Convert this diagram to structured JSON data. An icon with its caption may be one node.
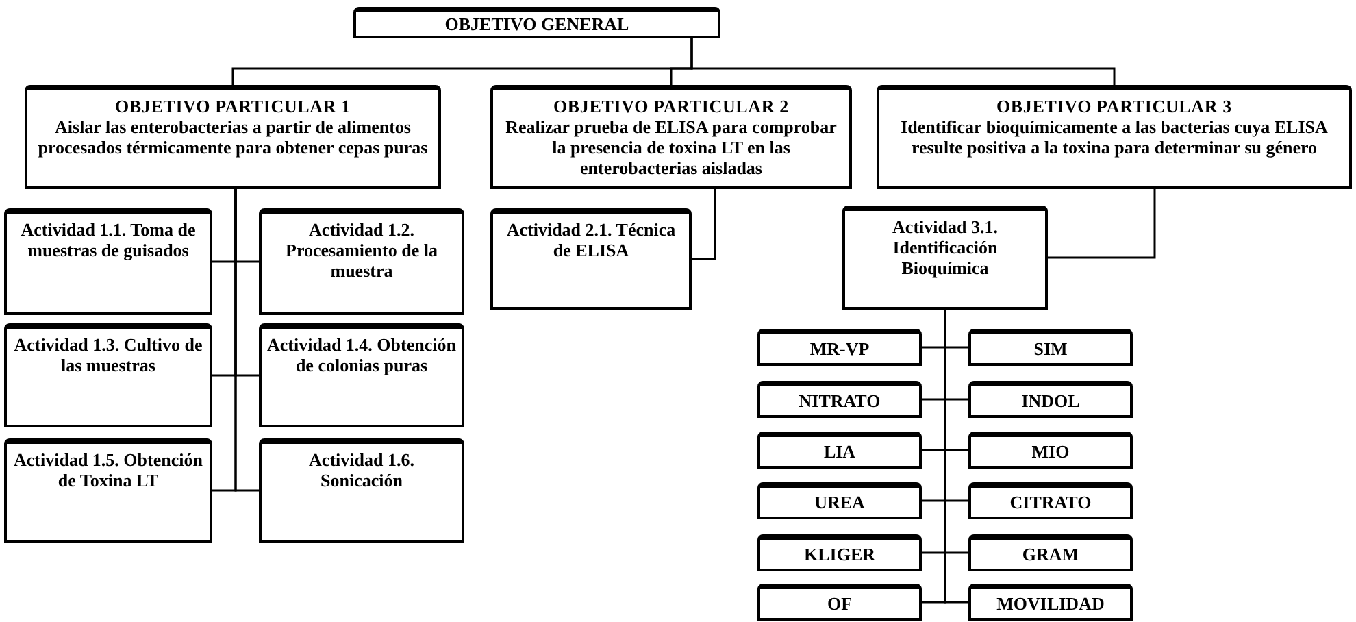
{
  "diagram": {
    "nodes": [
      {
        "text": [
          "OBJETIVO GENERAL"
        ]
      },
      {
        "text": [
          "OBJETIVO PARTICULAR 1",
          "Aislar las enterobacterias a partir de alimentos procesados térmicamente para obtener cepas puras"
        ]
      },
      {
        "text": [
          "OBJETIVO PARTICULAR 2",
          "Realizar prueba de ELISA para comprobar la presencia de toxina LT en las enterobacterias aisladas"
        ]
      },
      {
        "text": [
          "OBJETIVO PARTICULAR 3",
          "Identificar bioquímicamente a las bacterias cuya ELISA resulte positiva a la toxina para determinar su género"
        ]
      },
      {
        "text": [
          "Actividad 1.1. Toma de muestras de guisados"
        ]
      },
      {
        "text": [
          "Actividad 1.2. Procesamiento de la muestra"
        ]
      },
      {
        "text": [
          "Actividad 1.3. Cultivo de las muestras"
        ]
      },
      {
        "text": [
          "Actividad 1.4. Obtención de colonias puras"
        ]
      },
      {
        "text": [
          "Actividad 1.5. Obtención de Toxina LT"
        ]
      },
      {
        "text": [
          "Actividad 1.6. Sonicación"
        ]
      },
      {
        "text": [
          "Actividad  2.1. Técnica de ELISA"
        ]
      },
      {
        "text": [
          "Actividad 3.1. Identificación Bioquímica"
        ]
      },
      {
        "text": [
          "MR-VP"
        ]
      },
      {
        "text": [
          "SIM"
        ]
      },
      {
        "text": [
          "NITRATO"
        ]
      },
      {
        "text": [
          "INDOL"
        ]
      },
      {
        "text": [
          "LIA"
        ]
      },
      {
        "text": [
          "MIO"
        ]
      },
      {
        "text": [
          "UREA"
        ]
      },
      {
        "text": [
          "CITRATO"
        ]
      },
      {
        "text": [
          "KLIGER"
        ]
      },
      {
        "text": [
          "GRAM"
        ]
      },
      {
        "text": [
          "OF"
        ]
      },
      {
        "text": [
          "MOVILIDAD"
        ]
      }
    ],
    "edges": [
      {
        "from": 0,
        "to": 1,
        "arrow": "none"
      },
      {
        "from": 0,
        "to": 2,
        "arrow": "none"
      },
      {
        "from": 0,
        "to": 3,
        "arrow": "none"
      },
      {
        "from": 1,
        "to": 4,
        "arrow": "none"
      },
      {
        "from": 1,
        "to": 5,
        "arrow": "none"
      },
      {
        "from": 1,
        "to": 6,
        "arrow": "none"
      },
      {
        "from": 1,
        "to": 7,
        "arrow": "none"
      },
      {
        "from": 1,
        "to": 8,
        "arrow": "none"
      },
      {
        "from": 1,
        "to": 9,
        "arrow": "none"
      },
      {
        "from": 2,
        "to": 10,
        "arrow": "none"
      },
      {
        "from": 3,
        "to": 11,
        "arrow": "none"
      },
      {
        "from": 11,
        "to": 12,
        "arrow": "none"
      },
      {
        "from": 11,
        "to": 13,
        "arrow": "none"
      },
      {
        "from": 11,
        "to": 14,
        "arrow": "none"
      },
      {
        "from": 11,
        "to": 15,
        "arrow": "none"
      },
      {
        "from": 11,
        "to": 16,
        "arrow": "none"
      },
      {
        "from": 11,
        "to": 17,
        "arrow": "none"
      },
      {
        "from": 11,
        "to": 18,
        "arrow": "none"
      },
      {
        "from": 11,
        "to": 19,
        "arrow": "none"
      },
      {
        "from": 11,
        "to": 20,
        "arrow": "none"
      },
      {
        "from": 11,
        "to": 21,
        "arrow": "none"
      },
      {
        "from": 11,
        "to": 22,
        "arrow": "none"
      },
      {
        "from": 11,
        "to": 23,
        "arrow": "none"
      }
    ]
  }
}
